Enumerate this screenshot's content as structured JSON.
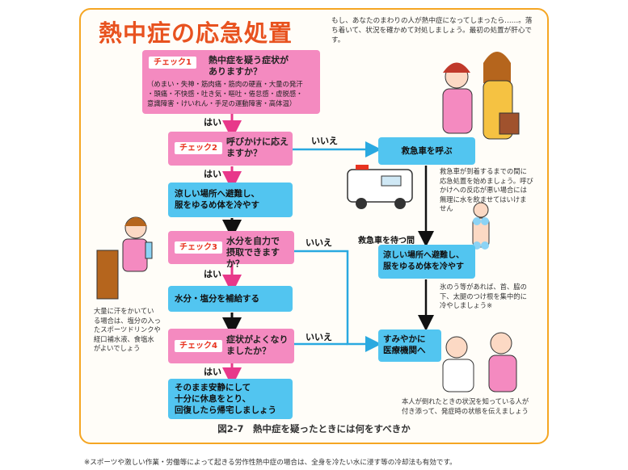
{
  "title": "熱中症の応急処置",
  "intro": "もし、あなたのまわりの人が熱中症になってしまったら……。落ち着いて、状況を確かめて対処しましょう。最初の処置が肝心です。",
  "checks": [
    {
      "tag": "チェック1",
      "question_line1": "熱中症を疑う症状が",
      "question_line2": "ありますか？",
      "detail_lines": [
        "（めまい・失神・筋肉痛・筋肉の硬直・大量の発汗",
        "・頭痛・不快感・吐き気・嘔吐・倦怠感・虚脱感・",
        "意識障害・けいれん・手足の運動障害・高体温）"
      ]
    },
    {
      "tag": "チェック2",
      "question_line1": "呼びかけに応え",
      "question_line2": "ますか？"
    },
    {
      "tag": "チェック3",
      "question_line1": "水分を自力で",
      "question_line2": "摂取できますか？"
    },
    {
      "tag": "チェック4",
      "question_line1": "症状がよくなり",
      "question_line2": "ましたか？"
    }
  ],
  "actions": {
    "cool_line1": "涼しい場所へ避難し、",
    "cool_line2": "服をゆるめ体を冷やす",
    "hydrate": "水分・塩分を補給する",
    "rest_line1": "そのまま安静にして",
    "rest_line2": "十分に休息をとり、",
    "rest_line3": "回復したら帰宅しましょう",
    "ambulance": "救急車を呼ぶ",
    "cool2_line1": "涼しい場所へ避難し、",
    "cool2_line2": "服をゆるめ体を冷やす",
    "hospital_line1": "すみやかに",
    "hospital_line2": "医療機関へ"
  },
  "labels": {
    "yes": "はい",
    "no": "いいえ",
    "wait": "救急車を待つ間"
  },
  "notes": {
    "ambulance_lines": [
      "救急車が到着するまでの間に",
      "応急処置を始めましょう。呼び",
      "かけへの反応が悪い場合には",
      "無理に水を飲ませてはいけま",
      "せん"
    ],
    "ice_lines": [
      "氷のう等があれば、首、脇の",
      "下、太腿のつけ根を集中的に",
      "冷やしましょう※"
    ],
    "sweat_lines": [
      "大量に汗をかいてい",
      "る場合は、塩分の入っ",
      "たスポーツドリンクや",
      "経口補水液、食塩水",
      "がよいでしょう"
    ],
    "witness_line1": "本人が倒れたときの状況を知っている人が",
    "witness_line2": "付き添って、発症時の状態を伝えましょう"
  },
  "caption": "図2-7　熱中症を疑ったときには何をすべきか",
  "footnote": "※スポーツや激しい作業・労働等によって起きる労作性熱中症の場合は、全身を冷たい水に浸す等の冷却法も有効です。",
  "colors": {
    "accent": "#e8521f",
    "pink": "#f48ac0",
    "blue": "#52c5f0",
    "arrow_pink": "#e8388a",
    "frame": "#f5a623"
  }
}
